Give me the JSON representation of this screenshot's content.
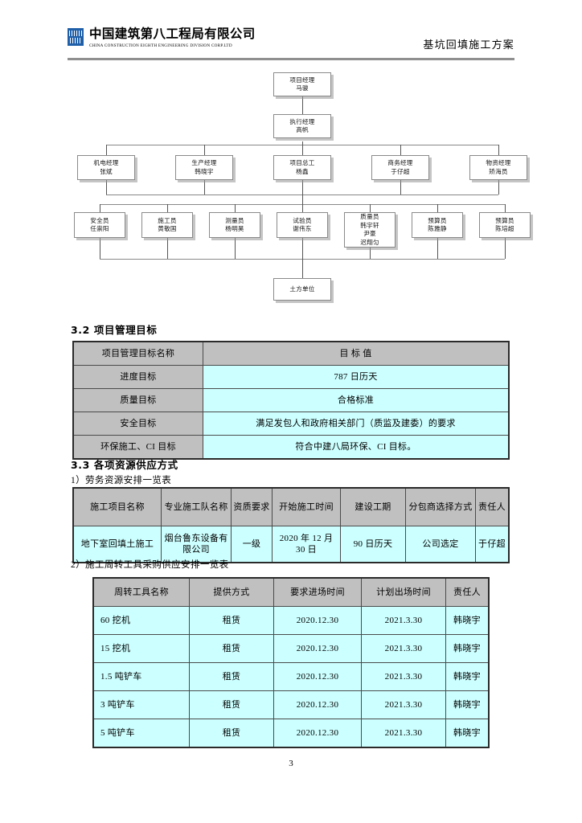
{
  "header": {
    "logo_cn": "中国建筑第八工程局有限公司",
    "logo_en": "CHINA CONSTRUCTION EIGHTH ENGINEERING DIVISION CORP.LTD",
    "doc_title": "基坑回填施工方案"
  },
  "org_chart": {
    "nodes": [
      {
        "title": "项目经理",
        "name": "马骏"
      },
      {
        "title": "执行经理",
        "name": "高帆"
      },
      {
        "title": "机电经理",
        "name": "张斌"
      },
      {
        "title": "生产经理",
        "name": "韩晓宇"
      },
      {
        "title": "项目总工",
        "name": "杨鑫"
      },
      {
        "title": "商务经理",
        "name": "于仔超"
      },
      {
        "title": "物资经理",
        "name": "矫海员"
      },
      {
        "title": "安全员",
        "name": "任崇阳"
      },
      {
        "title": "施工员",
        "name": "黄敬国"
      },
      {
        "title": "测量员",
        "name": "杨明昊"
      },
      {
        "title": "试验员",
        "name": "谢伟东"
      },
      {
        "title": "质量员",
        "name": "韩宇轩",
        "name2": "尹豪",
        "name3": "迟翔匀"
      },
      {
        "title": "预算员",
        "name": "陈雅静"
      },
      {
        "title": "预算员",
        "name": "陈培超"
      },
      {
        "title": "土方单位",
        "name": ""
      }
    ]
  },
  "section_goals": {
    "heading": "3.2  项目管理目标",
    "table": {
      "headers": [
        "项目管理目标名称",
        "目 标 值"
      ],
      "rows": [
        [
          "进度目标",
          "787 日历天"
        ],
        [
          "质量目标",
          "合格标准"
        ],
        [
          "安全目标",
          "满足发包人和政府相关部门（质监及建委）的要求"
        ],
        [
          "环保施工、CI 目标",
          "符合中建八局环保、CI 目标。"
        ]
      ]
    }
  },
  "section_resources": {
    "heading": "3.3  各项资源供应方式",
    "labor_caption": "1）劳务资源安排一览表",
    "labor_table": {
      "headers": [
        "施工项目名称",
        "专业施工队名称",
        "资质要求",
        "开始施工时间",
        "建设工期",
        "分包商选择方式",
        "责任人"
      ],
      "rows": [
        [
          "地下室回填土施工",
          "烟台鲁东设备有限公司",
          "一级",
          "2020 年 12 月 30 日",
          "90 日历天",
          "公司选定",
          "于仔超"
        ]
      ]
    },
    "tools_caption": "2）施工周转工具采购供应安排一览表",
    "tools_table": {
      "headers": [
        "周转工具名称",
        "提供方式",
        "要求进场时间",
        "计划出场时间",
        "责任人"
      ],
      "rows": [
        [
          "60 挖机",
          "租赁",
          "2020.12.30",
          "2021.3.30",
          "韩晓宇"
        ],
        [
          "15 挖机",
          "租赁",
          "2020.12.30",
          "2021.3.30",
          "韩晓宇"
        ],
        [
          "1.5 吨铲车",
          "租赁",
          "2020.12.30",
          "2021.3.30",
          "韩晓宇"
        ],
        [
          "3 吨铲车",
          "租赁",
          "2020.12.30",
          "2021.3.30",
          "韩晓宇"
        ],
        [
          "5 吨铲车",
          "租赁",
          "2020.12.30",
          "2021.3.30",
          "韩晓宇"
        ]
      ]
    }
  },
  "footer": {
    "page_number": "3"
  },
  "colors": {
    "table_header_bg": "#c0c0c0",
    "table_data_bg": "#ccffff",
    "logo_blue": "#1f5fa9",
    "rule_gray": "#8f8f8f"
  }
}
